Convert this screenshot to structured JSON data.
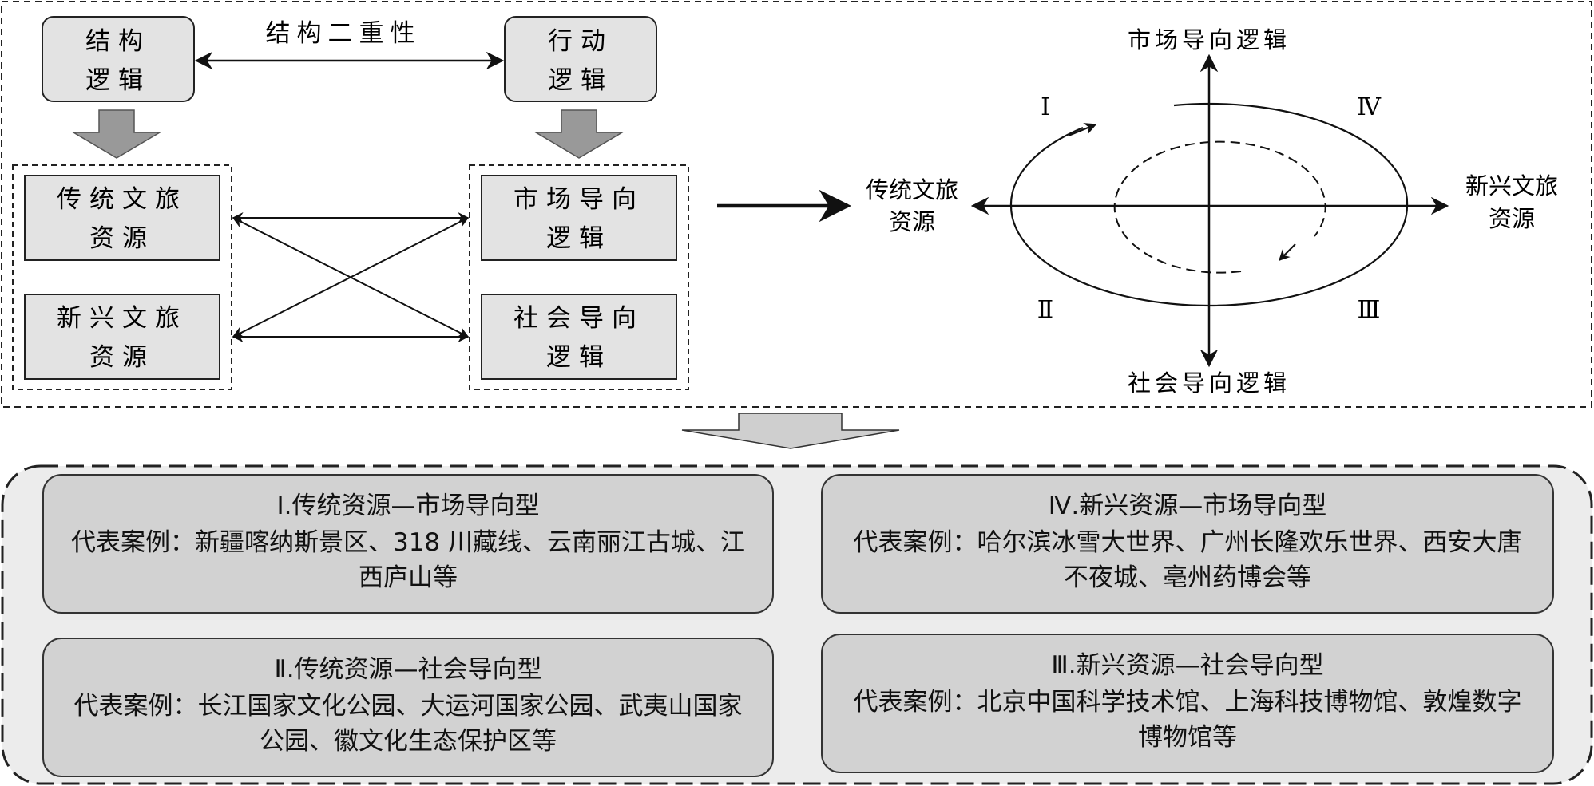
{
  "top": {
    "duality_label": "结构二重性",
    "structure_logic": [
      "结构",
      "逻辑"
    ],
    "action_logic": [
      "行动",
      "逻辑"
    ],
    "resources": [
      [
        "传统文旅",
        "资源"
      ],
      [
        "新兴文旅",
        "资源"
      ]
    ],
    "logics": [
      [
        "市场导向",
        "逻辑"
      ],
      [
        "社会导向",
        "逻辑"
      ]
    ]
  },
  "quadrant": {
    "top_label": "市场导向逻辑",
    "bottom_label": "社会导向逻辑",
    "left_label": [
      "传统文旅",
      "资源"
    ],
    "right_label": [
      "新兴文旅",
      "资源"
    ],
    "q1": "Ⅰ",
    "q2": "Ⅱ",
    "q3": "Ⅲ",
    "q4": "Ⅳ"
  },
  "cases": {
    "c1": {
      "title": "Ⅰ.传统资源—市场导向型",
      "lead": "代表案例：",
      "body": "新疆喀纳斯景区、318 川藏线、云南丽江古城、江西庐山等"
    },
    "c4": {
      "title": "Ⅳ.新兴资源—市场导向型",
      "lead": "代表案例：",
      "body": "哈尔滨冰雪大世界、广州长隆欢乐世界、西安大唐不夜城、亳州药博会等"
    },
    "c2": {
      "title": "Ⅱ.传统资源—社会导向型",
      "lead": "代表案例：",
      "body": "长江国家文化公园、大运河国家公园、武夷山国家公园、徽文化生态保护区等"
    },
    "c3": {
      "title": "Ⅲ.新兴资源—社会导向型",
      "lead": "代表案例：",
      "body": "北京中国科学技术馆、上海科技博物馆、敦煌数字博物馆等"
    }
  }
}
